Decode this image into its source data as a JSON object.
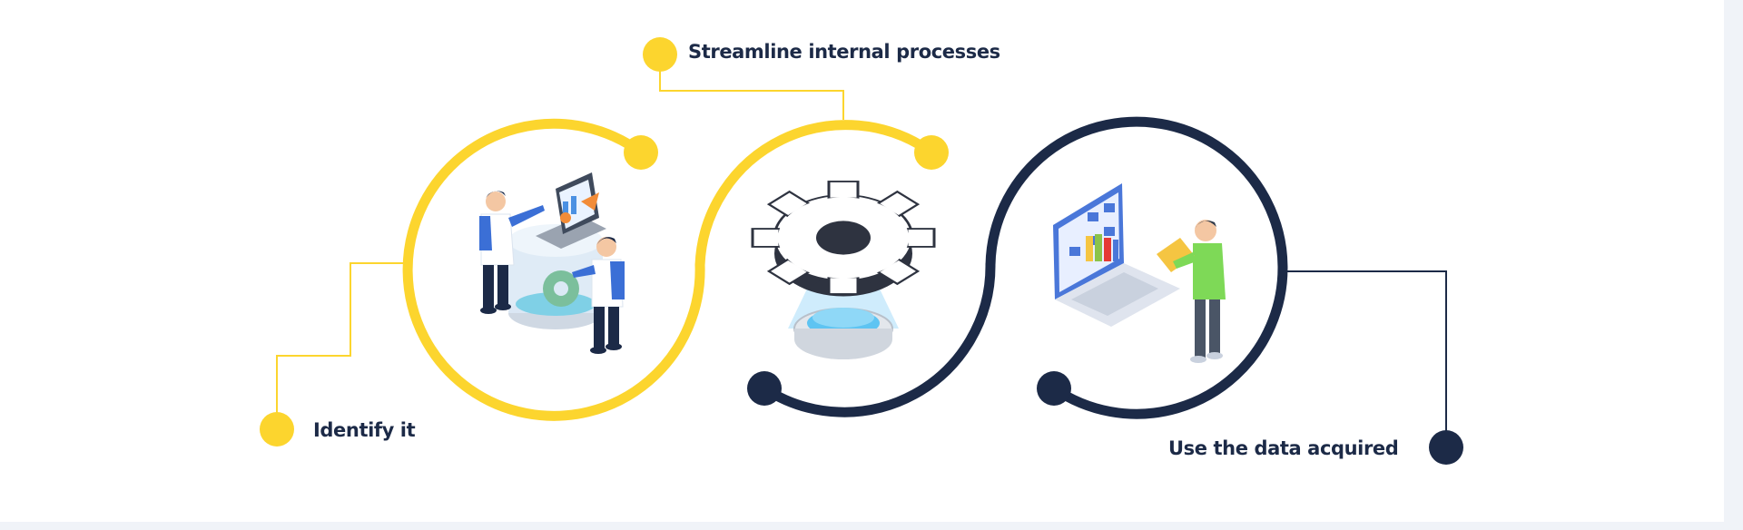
{
  "colors": {
    "yellow": "#fcd52e",
    "navy": "#1c2a47",
    "label_text": "#1c2a47",
    "background": "#ffffff",
    "edge_strip": "#f0f3f8"
  },
  "steps": [
    {
      "label": "Identify it",
      "color": "yellow",
      "icon": "team-analytics-illustration"
    },
    {
      "label": "Streamline internal processes",
      "color": "yellow",
      "icon": "gear-scanner-illustration"
    },
    {
      "label": "Use the data acquired",
      "color": "navy",
      "icon": "data-files-laptop-illustration"
    }
  ]
}
